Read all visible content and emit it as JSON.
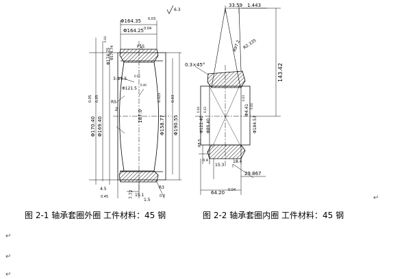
{
  "caption_left": "图 2-1 轴承套圈外圈 工件材料：45 钢",
  "caption_right": "图 2-2 轴承套圈内圈 工件材料：45 钢",
  "para_mark": "↵",
  "outer_ring": {
    "roughness": "6.3",
    "dim_top_1": "Φ164.35",
    "dim_top_1_tol": "0.03",
    "dim_top_2": "Φ164.25",
    "dim_top_2_tol": "0.04",
    "dim_left_1": "Φ174.75",
    "dim_left_1_tol": "0.04",
    "dim_left_2": "Φ174.74",
    "dim_left_3": "Φ170.40",
    "dim_left_3_tol": "0.05",
    "dim_left_4": "Φ169.40",
    "dim_left_4_tol": "0.05",
    "dim_p15": "P15",
    "holes": "3-Φ5.5",
    "holes_tol": "0.02",
    "dim_Z": "Z",
    "center_dim": "Φ121.5",
    "center_tol": "0.40",
    "bore_1": "Φ158.77",
    "bore_1_tol": "0.025",
    "bore_2": "Φ190.55",
    "bore_2_tol": "0.03",
    "center_label": "187.0",
    "r_label": "R5",
    "bottom_1": "4.5",
    "bottom_2": "0.45",
    "bottom_3": "7.72",
    "bottom_4": "15.1",
    "bottom_5": "1.5",
    "bottom_6": "R3",
    "bottom_7": "0.3"
  },
  "inner_ring": {
    "top_1": "33.59",
    "top_2": "1.443",
    "angle_1": "0.3×45°",
    "radius_1": "R97.2",
    "radius_2": "R2.335",
    "height": "143.42",
    "dia_1": "Φ122.40",
    "dia_1_tol": "0.04",
    "dia_2": "Φ89.40",
    "dia_2_tol": "0.03",
    "dia_3": "Φ4.41",
    "dia_3_tol": "0.03",
    "dia_4": "Φ184.53",
    "dia_4_tol": "0.04",
    "small_1": "R8.5",
    "small_2": "0.4",
    "small_3": "15.3",
    "small_4": "18.4",
    "right_dim": "29.867",
    "bottom_dim": "64.20",
    "bottom_tol": "0.04"
  }
}
